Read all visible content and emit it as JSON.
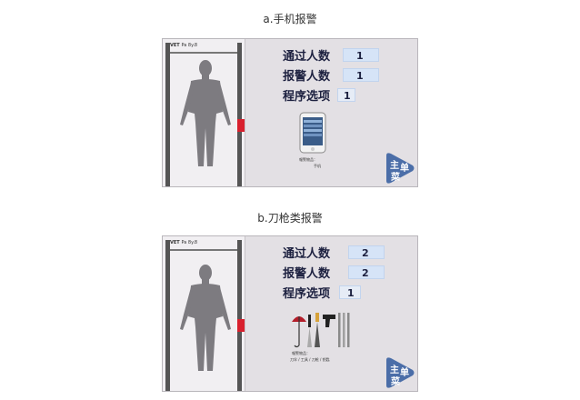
{
  "sections": [
    {
      "caption": "a.手机报警",
      "logo": "VET",
      "logo_sub": "Pa 8y.8",
      "rows": [
        {
          "label": "通过人数",
          "value": "1"
        },
        {
          "label": "报警人数",
          "value": "1"
        },
        {
          "label": "程序选项",
          "value": "1"
        }
      ],
      "item_caption": [
        "報警物品：",
        "手机"
      ],
      "menu": [
        "主",
        "单",
        "菜"
      ]
    },
    {
      "caption": "b.刀枪类报警",
      "logo": "VET",
      "logo_sub": "Pa 8y.8",
      "rows": [
        {
          "label": "通过人数",
          "value": "2"
        },
        {
          "label": "报警人数",
          "value": "2"
        },
        {
          "label": "程序选项",
          "value": "1"
        }
      ],
      "item_caption": [
        "報警物品：",
        "刀伞 / 工具 / 刀枪 / 钥匙"
      ],
      "menu": [
        "主",
        "单",
        "菜"
      ]
    }
  ],
  "colors": {
    "alarm_sensor": "#d8202e",
    "value_bg": "#d6e4f7",
    "menu_button": "#4b6ea8"
  }
}
